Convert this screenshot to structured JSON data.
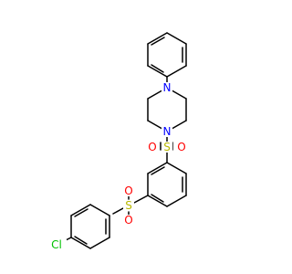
{
  "structure": {
    "labels": {
      "n_top": "N",
      "n_bottom": "N",
      "s_upper": "S",
      "o_upper_left": "O",
      "o_upper_right": "O",
      "s_lower": "S",
      "o_lower_top": "O",
      "o_lower_bottom": "O",
      "cl": "Cl"
    },
    "colors": {
      "bond": "#000000",
      "nitrogen": "#0000ff",
      "sulfur": "#b8b800",
      "oxygen": "#ff0000",
      "chlorine": "#00c000"
    }
  }
}
